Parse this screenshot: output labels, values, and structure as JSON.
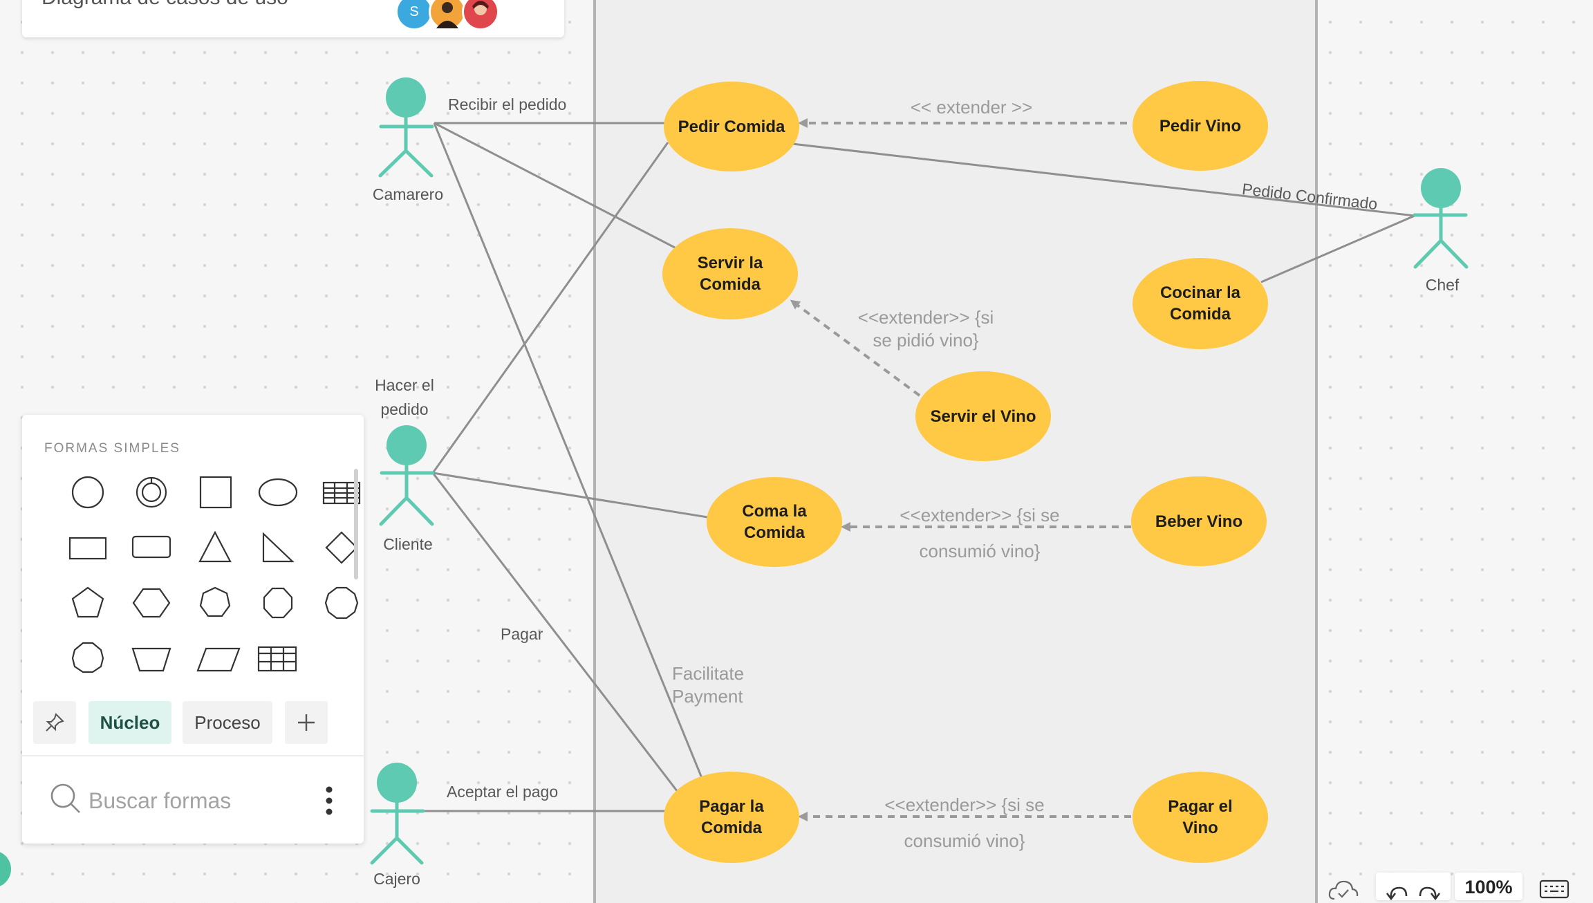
{
  "diagram": {
    "title": "Diagrama de casos de uso",
    "collaborators": [
      {
        "initial": "S",
        "color": "#3ba9e0"
      },
      {
        "initial": "",
        "color": "#f2a43a"
      },
      {
        "initial": "",
        "color": "#e0474c"
      }
    ]
  },
  "actors": {
    "camarero": "Camarero",
    "cliente_caption": "Hacer el\npedido",
    "cliente": "Cliente",
    "cajero": "Cajero",
    "chef": "Chef"
  },
  "use_cases": {
    "pedir_comida": "Pedir Comida",
    "pedir_vino": "Pedir Vino",
    "servir_comida": "Servir la\nComida",
    "cocinar_comida": "Cocinar la\nComida",
    "servir_vino": "Servir el Vino",
    "coma_comida": "Coma la\nComida",
    "beber_vino": "Beber Vino",
    "pagar_comida": "Pagar la\nComida",
    "pagar_vino": "Pagar el\nVino"
  },
  "edge_labels": {
    "recibir_pedido": "Recibir el pedido",
    "pedido_confirmado": "Pedido Confirmado",
    "pagar": "Pagar",
    "facilitate_payment": "Facilitate\nPayment",
    "aceptar_pago": "Aceptar el pago"
  },
  "extend_labels": {
    "extender_vino": "<< extender >>",
    "extender_servir": "<<extender>> {si\nse pidió vino}",
    "extender_beber": "<<extender>> {si se\nconsumió vino}",
    "extender_pagar": "<<extender>> {si se\nconsumió vino}"
  },
  "shapes_panel": {
    "section_title": "FORMAS SIMPLES",
    "tabs": [
      "Núcleo",
      "Proceso"
    ],
    "search_placeholder": "Buscar formas"
  },
  "toolbar": {
    "zoom": "100%"
  },
  "colors": {
    "usecase": "#ffc845",
    "actor": "#5ecab1",
    "system_boundary": "#eeeeee",
    "accent_tab": "#dff4ee"
  }
}
